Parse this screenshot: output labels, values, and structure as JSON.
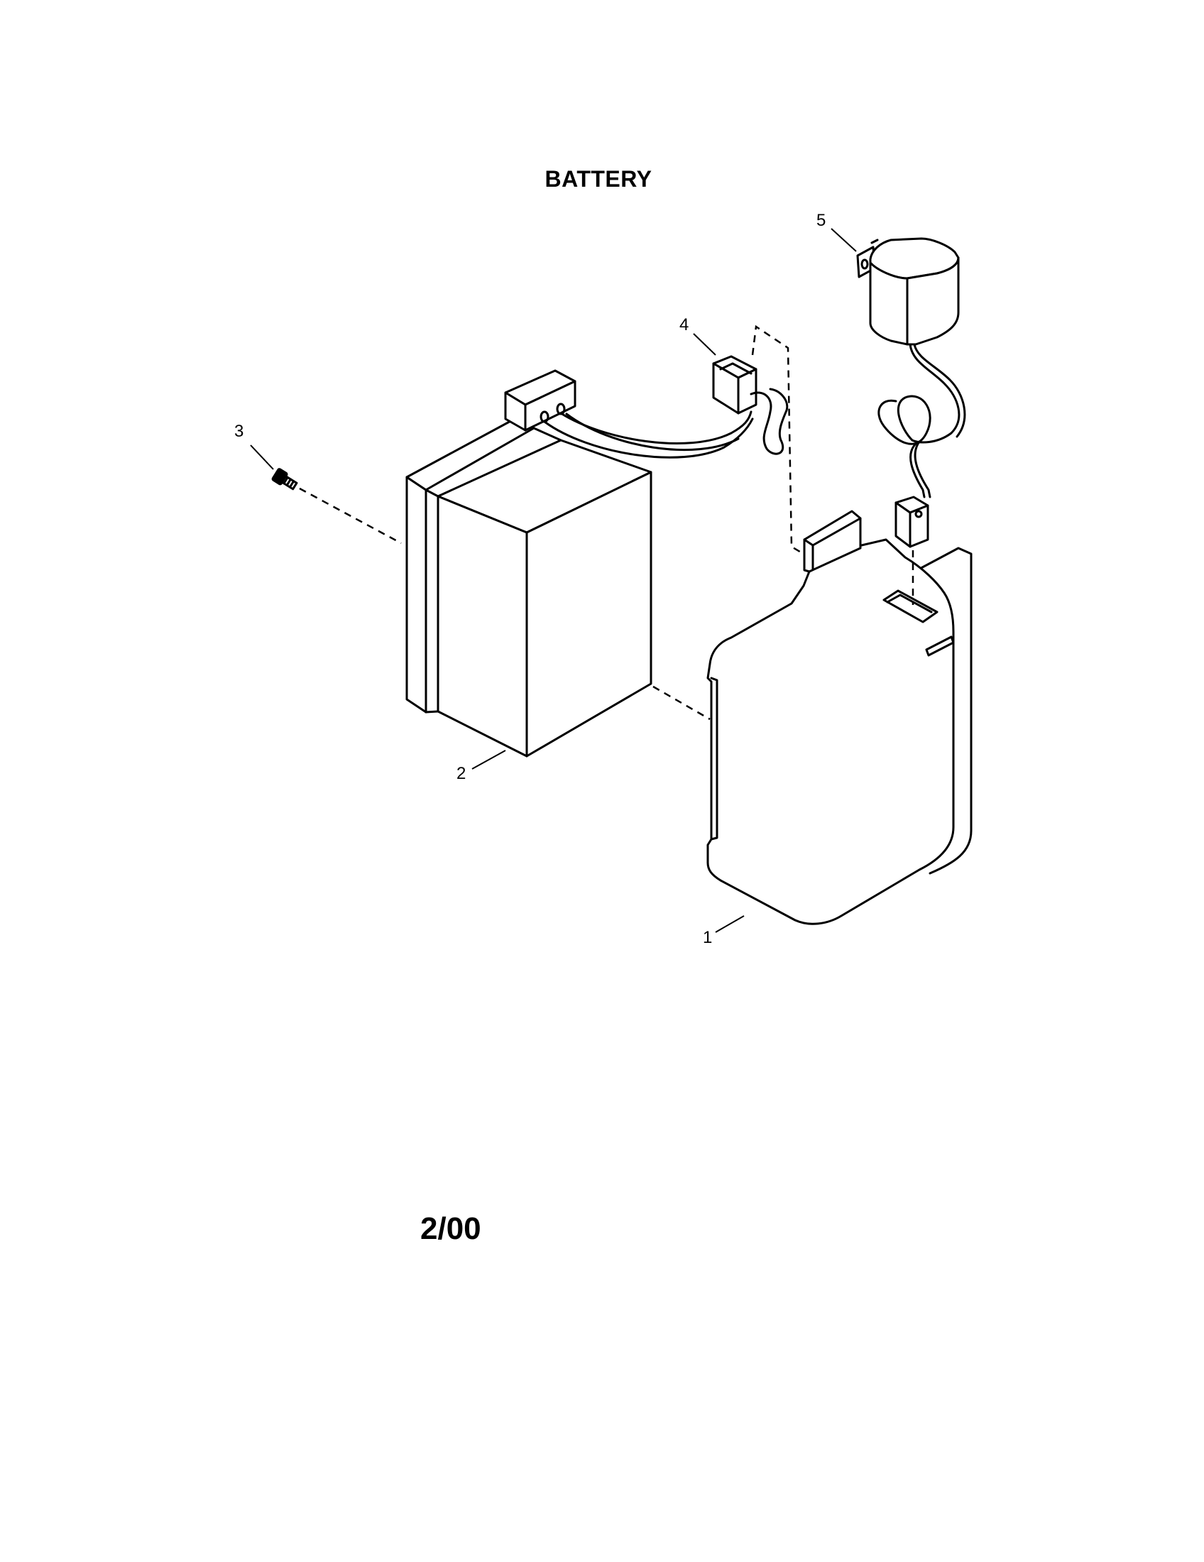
{
  "title": "BATTERY",
  "callouts": [
    {
      "number": "1",
      "part": "battery-housing-cover"
    },
    {
      "number": "2",
      "part": "battery"
    },
    {
      "number": "3",
      "part": "screw"
    },
    {
      "number": "4",
      "part": "connector-harness"
    },
    {
      "number": "5",
      "part": "charger-adapter"
    }
  ],
  "footer": {
    "date_code": "2/00"
  }
}
